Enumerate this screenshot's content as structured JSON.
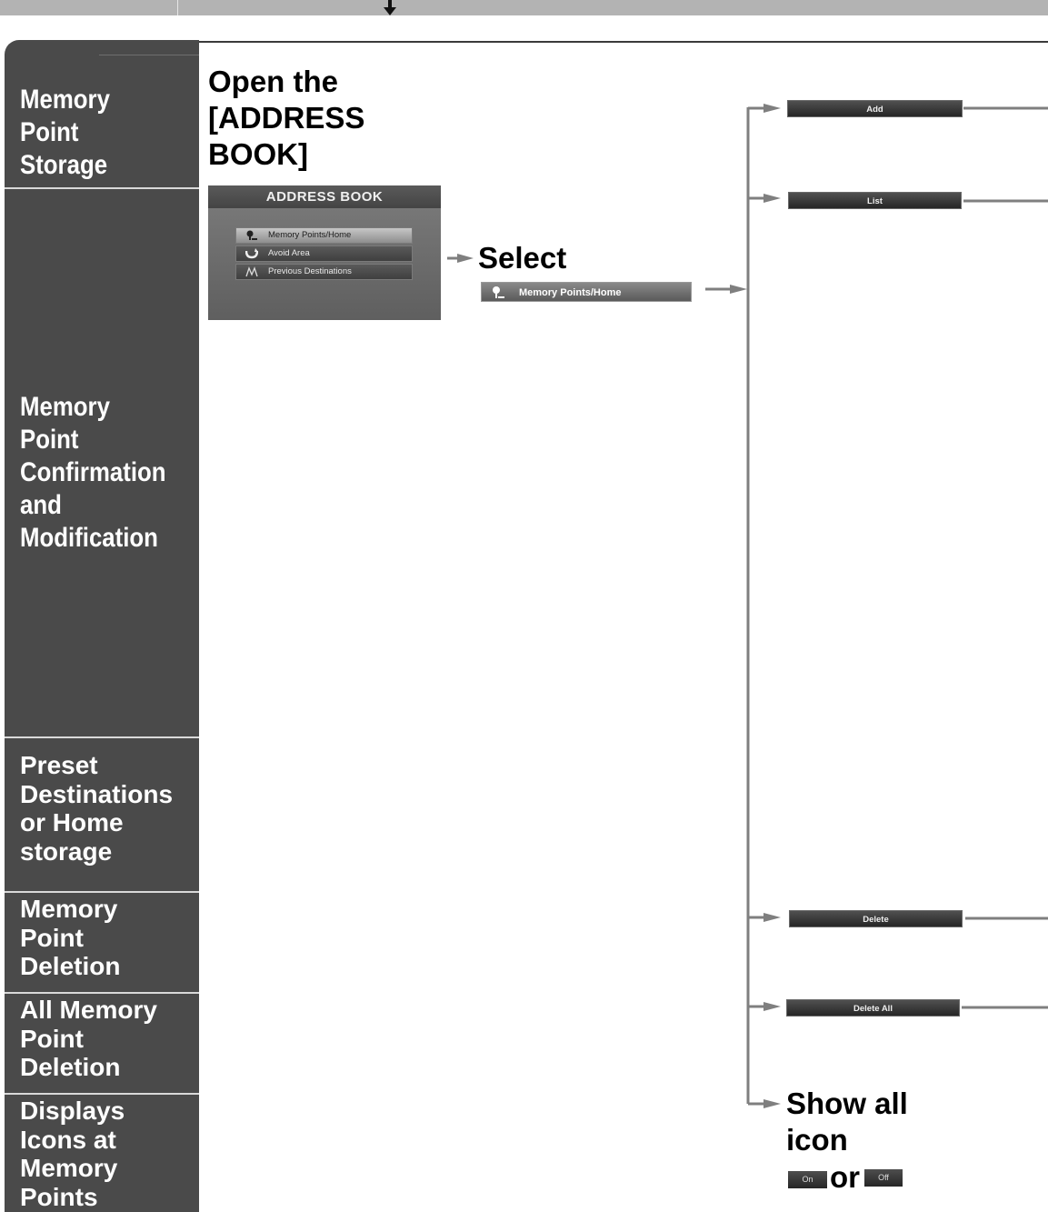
{
  "sidebar": {
    "sections": [
      {
        "label": "Memory Point\nStorage"
      },
      {
        "label": "Memory Point\nConfirmation\nand\nModification"
      },
      {
        "label": "Preset\nDestinations\nor Home\nstorage"
      },
      {
        "label": "Memory\nPoint\nDeletion"
      },
      {
        "label": "All Memory\nPoint\nDeletion"
      },
      {
        "label": "Displays\nIcons at\nMemory\nPoints"
      }
    ]
  },
  "steps": {
    "open_text": "Open the\n[ADDRESS\nBOOK]",
    "select_text": "Select",
    "show_all_text": "Show all\nicon",
    "or_text": "or"
  },
  "address_book": {
    "title": "ADDRESS BOOK",
    "items": [
      {
        "label": "Memory Points/Home",
        "icon": "memory-point-icon"
      },
      {
        "label": "Avoid Area",
        "icon": "avoid-area-icon"
      },
      {
        "label": "Previous Destinations",
        "icon": "previous-destinations-icon"
      }
    ]
  },
  "buttons": {
    "memory_points_home": "Memory Points/Home",
    "add": "Add",
    "list": "List",
    "delete": "Delete",
    "delete_all": "Delete All",
    "on": "On",
    "off": "Off"
  },
  "colors": {
    "sidebar": "#4a4a4a",
    "connector": "#7f7f7f",
    "top_bar": "#b3b3b3"
  }
}
